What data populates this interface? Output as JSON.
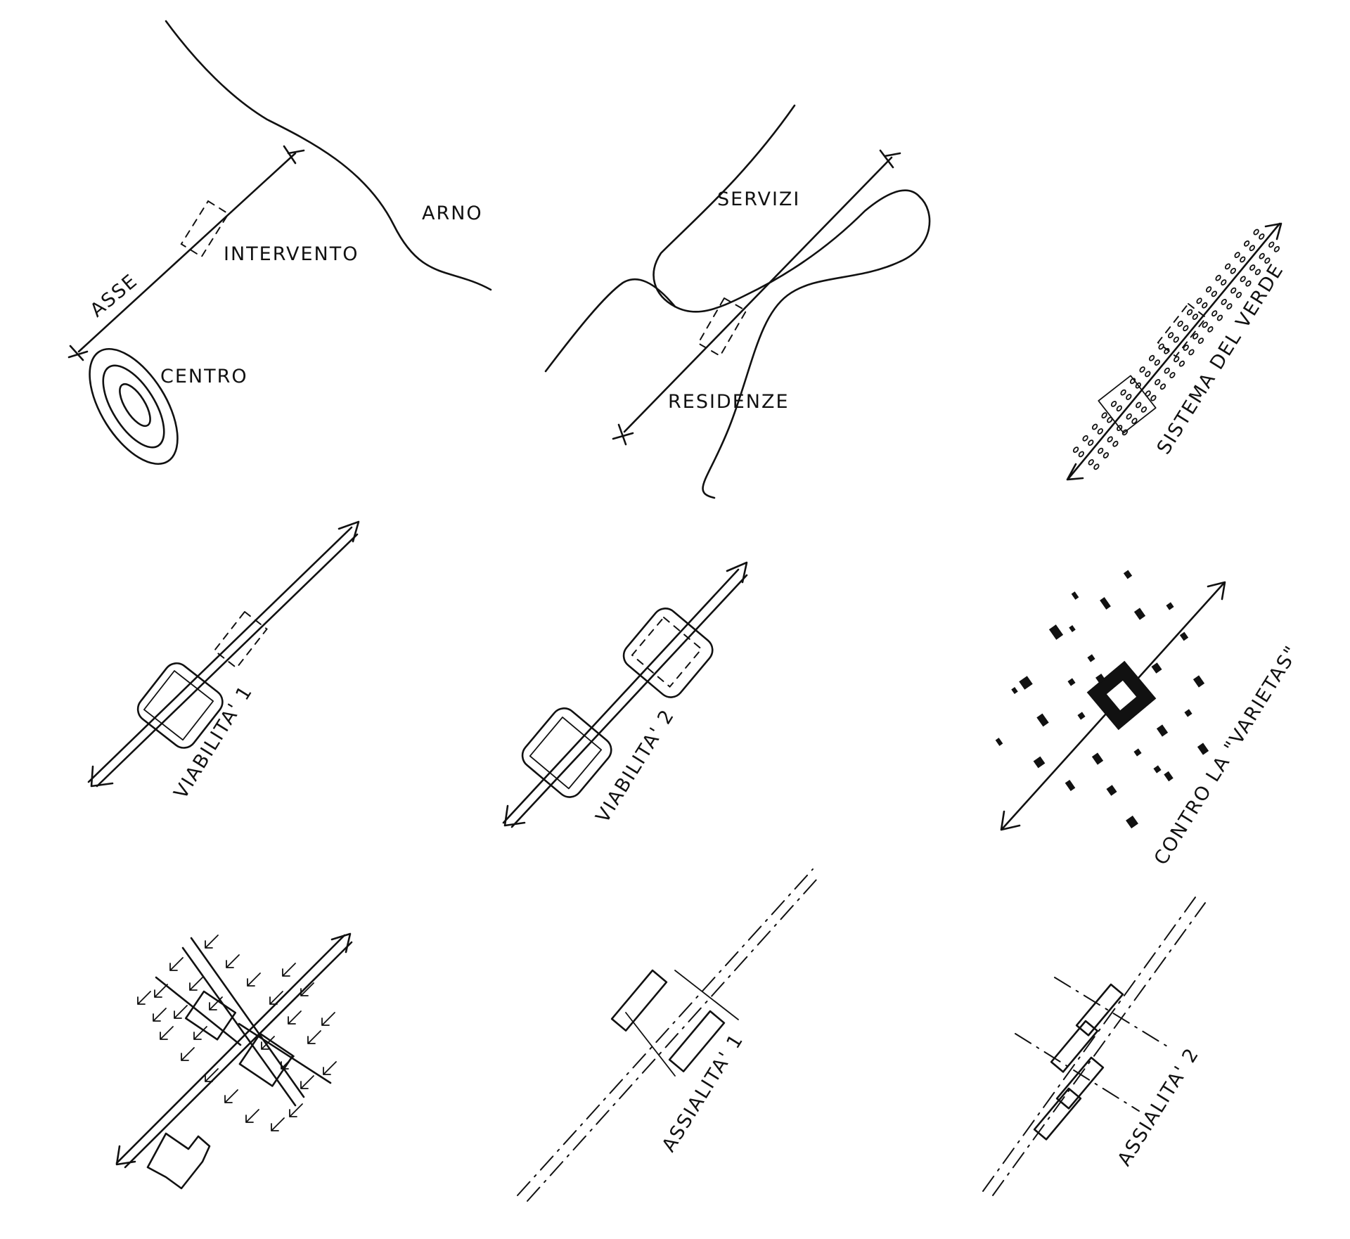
{
  "sketch_1": {
    "axis_label": "ASSE",
    "intervention_label": "INTERVENTO",
    "river_label": "ARNO",
    "centre_label": "CENTRO"
  },
  "sketch_2": {
    "services_label": "SERVIZI",
    "residences_label": "RESIDENZE"
  },
  "sketch_3": {
    "green_label": "SISTEMA DEL VERDE"
  },
  "sketch_4": {
    "label": "VIABILITA' 1"
  },
  "sketch_5": {
    "label": "VIABILITA' 2"
  },
  "sketch_6": {
    "label": "CONTRO LA \"VARIETAS\""
  },
  "sketch_8": {
    "label": "ASSIALITA' 1"
  },
  "sketch_9": {
    "label": "ASSIALITA' 2"
  }
}
